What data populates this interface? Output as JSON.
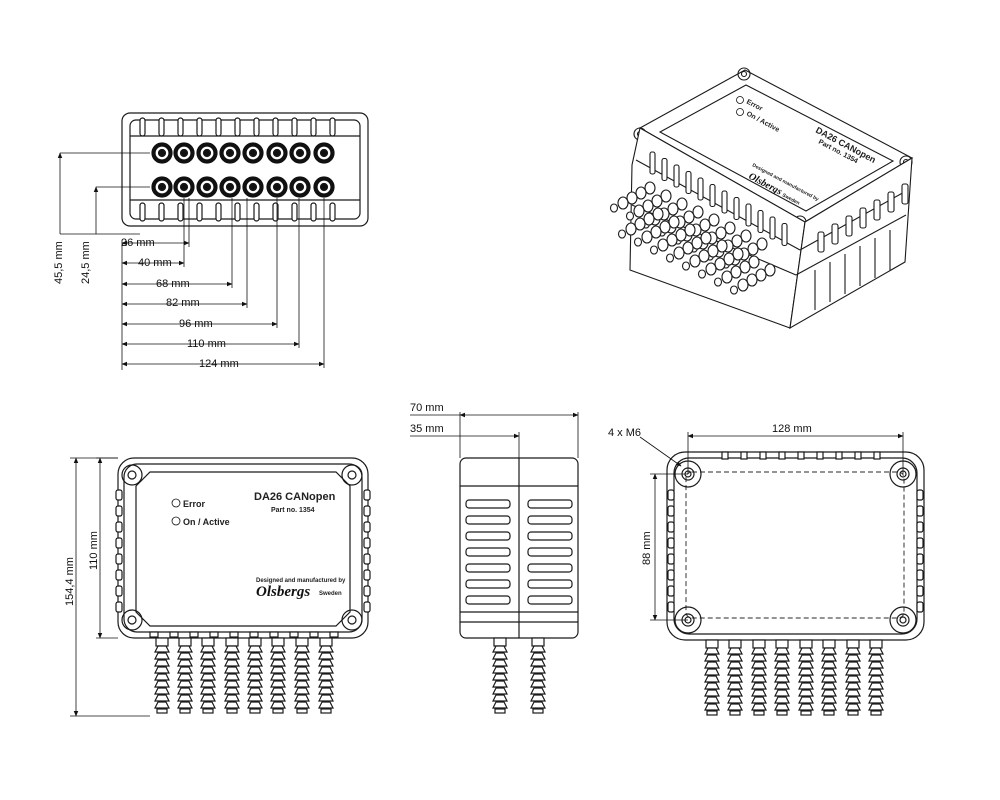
{
  "dimensions": {
    "d26": "26 mm",
    "d40": "40 mm",
    "d68": "68 mm",
    "d82": "82 mm",
    "d96": "96 mm",
    "d110": "110 mm",
    "d124": "124 mm",
    "d45_5": "45,5 mm",
    "d24_5": "24,5 mm",
    "d154_4": "154,4 mm",
    "d110_height": "110 mm",
    "d70": "70 mm",
    "d35": "35 mm",
    "d128": "128 mm",
    "d88": "88 mm",
    "mount": "4 x M6"
  },
  "label": {
    "error": "Error",
    "on_active": "On / Active",
    "title": "DA26 CANopen",
    "part_no": "Part no. 1354",
    "designed": "Designed and manufactured by",
    "brand": "Olsbergs",
    "country": "Sweden"
  },
  "colors": {
    "line": "#1a1a1a",
    "fill_light": "#f2f2f2",
    "dash": "#555555"
  }
}
